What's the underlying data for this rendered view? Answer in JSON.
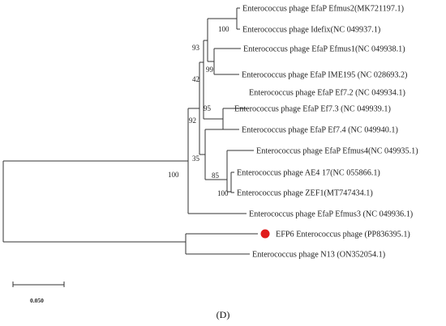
{
  "leaves": [
    "Enterococcus phage EfaP Efmus2(MK721197.1)",
    "Enterococcus phage Idefix(NC 049937.1)",
    "Enterococcus phage EfaP Efmus1(NC 049938.1)",
    "Enterococcus phage EfaP IME195 (NC 028693.2)",
    "Enterococcus phage EfaP Ef7.2 (NC 049934.1)",
    "Enterococcus phage EfaP Ef7.3 (NC 049939.1)",
    "Enterococcus phage EfaP Ef7.4 (NC 049940.1)",
    "Enterococcus phage EfaP Efmus4(NC 049935.1)",
    "Enterococcus phage AE4 17(NC 055866.1)",
    "Enterococcus phage ZEF1(MT747434.1)",
    "Enterococcus phage EfaP Efmus3 (NC 049936.1)",
    "EFP6 Enterococcus phage (PP836395.1)",
    "Enterococcus phage N13 (ON352054.1)"
  ],
  "highlight": {
    "leaf_index": 11,
    "marker_color": "#e01b1b"
  },
  "bootstrap": [
    "100",
    "93",
    "99",
    "42",
    "95",
    "92",
    "35",
    "85",
    "100",
    "100"
  ],
  "scale_bar": {
    "label": "0.050"
  },
  "panel_label": "(D)",
  "colors": {
    "branch": "#333333",
    "text": "#222222"
  }
}
